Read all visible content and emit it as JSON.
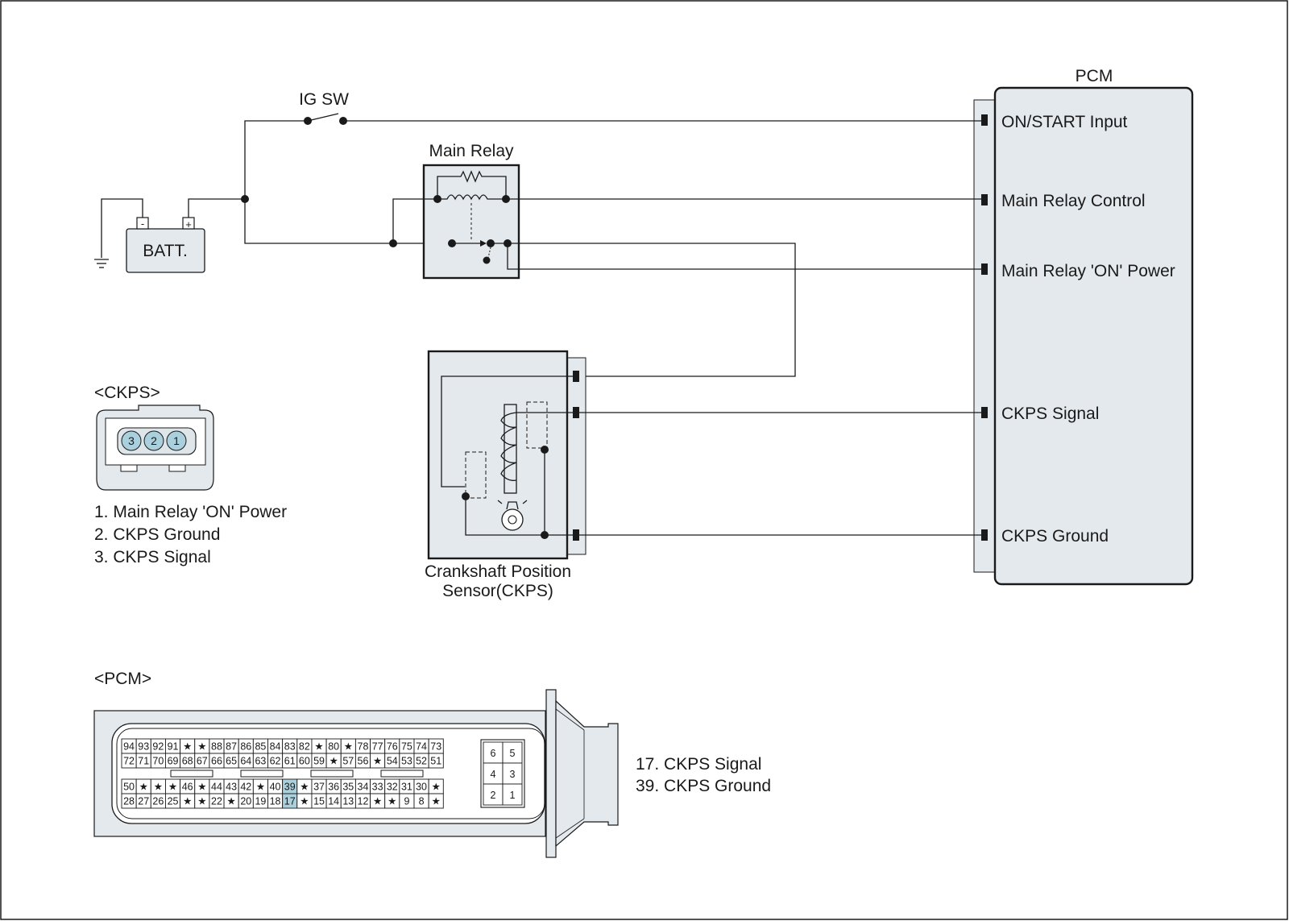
{
  "labels": {
    "pcm_title": "PCM",
    "ig_sw": "IG SW",
    "main_relay": "Main Relay",
    "batt": "BATT.",
    "batt_minus": "-",
    "batt_plus": "+",
    "ckps_sensor_line1": "Crankshaft Position",
    "ckps_sensor_line2": "Sensor(CKPS)"
  },
  "pcm_terminals": [
    "ON/START Input",
    "Main Relay Control",
    "Main Relay 'ON' Power",
    "CKPS Signal",
    "CKPS Ground"
  ],
  "ckps_connector": {
    "title": "<CKPS>",
    "pins": [
      "3",
      "2",
      "1"
    ],
    "legend": [
      "1. Main Relay 'ON' Power",
      "2. CKPS Ground",
      "3. CKPS Signal"
    ]
  },
  "pcm_connector": {
    "title": "<PCM>",
    "row1": [
      "94",
      "93",
      "92",
      "91",
      "★",
      "★",
      "88",
      "87",
      "86",
      "85",
      "84",
      "83",
      "82",
      "★",
      "80",
      "★",
      "78",
      "77",
      "76",
      "75",
      "74",
      "73"
    ],
    "row2": [
      "72",
      "71",
      "70",
      "69",
      "68",
      "67",
      "66",
      "65",
      "64",
      "63",
      "62",
      "61",
      "60",
      "59",
      "★",
      "57",
      "56",
      "★",
      "54",
      "53",
      "52",
      "51"
    ],
    "row3": [
      "50",
      "★",
      "★",
      "★",
      "46",
      "★",
      "44",
      "43",
      "42",
      "★",
      "40",
      "39",
      "★",
      "37",
      "36",
      "35",
      "34",
      "33",
      "32",
      "31",
      "30",
      "★"
    ],
    "row4": [
      "28",
      "27",
      "26",
      "25",
      "★",
      "★",
      "22",
      "★",
      "20",
      "19",
      "18",
      "17",
      "★",
      "15",
      "14",
      "13",
      "12",
      "★",
      "★",
      "9",
      "8",
      "★"
    ],
    "small_block": [
      "6",
      "5",
      "4",
      "3",
      "2",
      "1"
    ],
    "highlighted_pins": [
      "39",
      "17"
    ],
    "legend": [
      "17. CKPS Signal",
      "39. CKPS Ground"
    ]
  },
  "colors": {
    "component_fill": "#e4e9ed",
    "pin_highlight": "#a9d0dc",
    "line": "#1a1a1a"
  }
}
